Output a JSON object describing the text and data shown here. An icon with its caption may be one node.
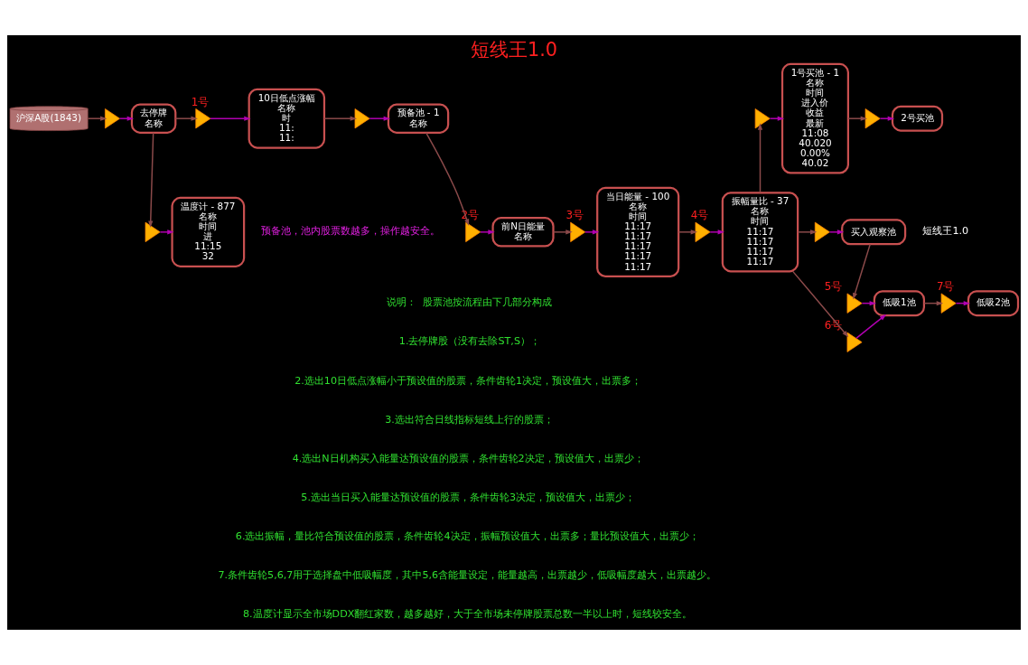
{
  "diagram": {
    "title": "短线王1.0",
    "nodes": [
      {
        "text": [
          "沪深A股(1843)"
        ]
      },
      {
        "text": [],
        "shape": "triangle"
      },
      {
        "text": [
          "去停牌",
          "名称"
        ]
      },
      {
        "text": [],
        "shape": "triangle"
      },
      {
        "text": [
          "温度计 - 877",
          "名称",
          "时间",
          "进",
          "11:15",
          "32"
        ]
      },
      {
        "text": [],
        "shape": "triangle",
        "beside": [
          "1号"
        ]
      },
      {
        "text": [
          "10日低点涨幅",
          "名称",
          "时",
          "11:",
          "11:"
        ]
      },
      {
        "text": [],
        "shape": "triangle"
      },
      {
        "text": [
          "预备池 - 1",
          "名称"
        ]
      },
      {
        "text": [],
        "shape": "triangle",
        "beside": [
          "2号"
        ]
      },
      {
        "text": [
          "前N日能量",
          "名称"
        ]
      },
      {
        "text": [],
        "shape": "triangle",
        "beside": [
          "3号"
        ]
      },
      {
        "text": [
          "当日能量 - 100",
          "名称",
          "时间",
          "11:17",
          "11:17",
          "11:17",
          "11:17",
          "11:17"
        ]
      },
      {
        "text": [],
        "shape": "triangle",
        "beside": [
          "4号"
        ]
      },
      {
        "text": [
          "振幅量比 - 37",
          "名称",
          "时间",
          "11:17",
          "11:17",
          "11:17",
          "11:17"
        ]
      },
      {
        "text": [],
        "shape": "triangle"
      },
      {
        "text": [
          "1号买池 - 1",
          "名称",
          "时间",
          "进入价",
          "收益",
          "最新",
          "11:08",
          "40.020",
          "0.00%",
          "40.02"
        ]
      },
      {
        "text": [],
        "shape": "triangle"
      },
      {
        "text": [
          "2号买池"
        ]
      },
      {
        "text": [],
        "shape": "triangle"
      },
      {
        "text": [
          "买入观察池"
        ]
      },
      {
        "text": [],
        "shape": "triangle",
        "beside": [
          "5号"
        ]
      },
      {
        "text": [],
        "shape": "triangle",
        "beside": [
          "6号"
        ]
      },
      {
        "text": [
          "低吸1池"
        ]
      },
      {
        "text": [],
        "shape": "triangle",
        "beside": [
          "7号"
        ]
      },
      {
        "text": [
          "低吸2池"
        ]
      }
    ],
    "edges": [
      {
        "from": 0,
        "to": 1,
        "arrow": "to"
      },
      {
        "from": 1,
        "to": 2,
        "arrow": "to",
        "color": "#b000b0"
      },
      {
        "from": 2,
        "to": 3,
        "arrow": "to"
      },
      {
        "from": 3,
        "to": 4,
        "arrow": "to",
        "color": "#b000b0"
      },
      {
        "from": 2,
        "to": 5,
        "arrow": "to"
      },
      {
        "from": 5,
        "to": 6,
        "arrow": "to",
        "color": "#b000b0"
      },
      {
        "from": 6,
        "to": 7,
        "arrow": "to"
      },
      {
        "from": 7,
        "to": 8,
        "arrow": "to",
        "color": "#b000b0"
      },
      {
        "from": 8,
        "to": 9,
        "arrow": "to"
      },
      {
        "from": 9,
        "to": 10,
        "arrow": "to",
        "color": "#b000b0"
      },
      {
        "from": 10,
        "to": 11,
        "arrow": "to"
      },
      {
        "from": 11,
        "to": 12,
        "arrow": "to",
        "color": "#b000b0"
      },
      {
        "from": 12,
        "to": 13,
        "arrow": "to"
      },
      {
        "from": 13,
        "to": 14,
        "arrow": "to",
        "color": "#b000b0"
      },
      {
        "from": 14,
        "to": 15,
        "arrow": "to"
      },
      {
        "from": 15,
        "to": 16,
        "arrow": "to",
        "color": "#b000b0"
      },
      {
        "from": 16,
        "to": 17,
        "arrow": "to"
      },
      {
        "from": 17,
        "to": 18,
        "arrow": "to",
        "color": "#b000b0"
      },
      {
        "from": 14,
        "to": 19,
        "arrow": "to"
      },
      {
        "from": 19,
        "to": 20,
        "arrow": "to",
        "color": "#b000b0"
      },
      {
        "from": 20,
        "to": 21,
        "arrow": "to"
      },
      {
        "from": 14,
        "to": 22,
        "arrow": "to"
      },
      {
        "from": 21,
        "to": 23,
        "arrow": "to",
        "color": "#b000b0"
      },
      {
        "from": 22,
        "to": 23,
        "arrow": "to",
        "color": "#b000b0"
      },
      {
        "from": 23,
        "to": 24,
        "arrow": "to"
      },
      {
        "from": 24,
        "to": 25,
        "arrow": "to",
        "color": "#b000b0"
      }
    ],
    "labels": [
      "短线王1.0",
      "预备池，池内股票数越多，操作越安全。",
      "说明：  股票池按流程由下几部分构成",
      "1.去停牌股（没有去除ST,S）；",
      "2.选出10日低点涨幅小于预设值的股票，条件齿轮1决定，预设值大，出票多；",
      "3.选出符合日线指标短线上行的股票；",
      "4.选出N日机构买入能量达预设值的股票，条件齿轮2决定，预设值大，出票少；",
      "5.选出当日买入能量达预设值的股票，条件齿轮3决定，预设值大，出票少；",
      "6.选出振幅，量比符合预设值的股票，条件齿轮4决定，振幅预设值大，出票多；量比预设值大，出票少；",
      "7.条件齿轮5,6,7用于选择盘中低吸幅度，其中5,6含能量设定，能量越高，出票越少，低吸幅度越大，出票越少。",
      "8.温度计显示全市场DDX翻红家数，越多越好，大于全市场未停牌股票总数一半以上时，短线较安全。"
    ]
  }
}
